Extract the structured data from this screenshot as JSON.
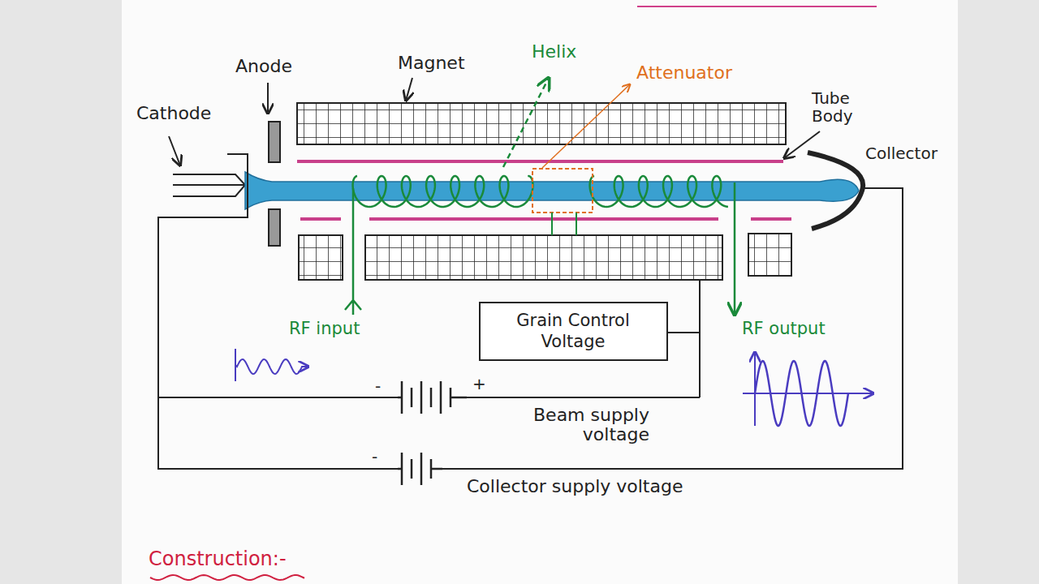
{
  "diagram": {
    "nodes": [
      {
        "text": [
          "Grain Control Voltage"
        ]
      }
    ],
    "labels": [
      "Cathode",
      "Anode",
      "Magnet",
      "Helix",
      "Attenuator",
      "Tube Body",
      "Collector",
      "RF input",
      "RF output",
      "-",
      "+",
      "Beam supply voltage",
      "-",
      "Collector supply voltage",
      "Construction:-"
    ]
  }
}
